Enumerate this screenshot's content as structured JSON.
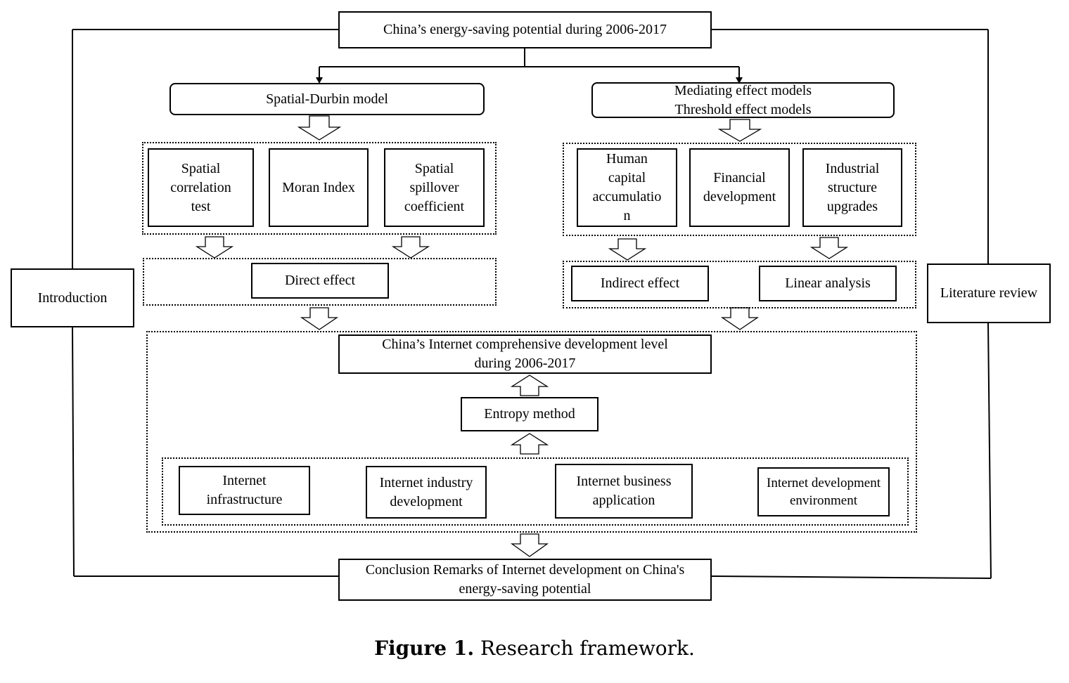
{
  "top": "China’s energy-saving potential during 2006-2017",
  "left_model": "Spatial-Durbin model",
  "right_model": "Mediating effect models\nThreshold effect models",
  "left_items": [
    "Spatial\ncorrelation\ntest",
    "Moran Index",
    "Spatial\nspillover\ncoefficient"
  ],
  "right_items": [
    "Human\ncapital\naccumulatio\nn",
    "Financial\ndevelopment",
    "Industrial\nstructure\nupgrades"
  ],
  "direct_effect": "Direct effect",
  "indirect_effect": "Indirect effect",
  "linear_analysis": "Linear analysis",
  "internet_level": "China’s Internet comprehensive development level\nduring 2006-2017",
  "entropy": "Entropy method",
  "internet_items": [
    "Internet\ninfrastructure",
    "Internet industry\ndevelopment",
    "Internet business\napplication",
    "Internet development\nenvironment"
  ],
  "conclusion": "Conclusion Remarks of Internet development on China's\nenergy-saving potential",
  "introduction": "Introduction",
  "literature": "Literature review",
  "caption": {
    "label": "Figure 1.",
    "text": "Research framework."
  }
}
